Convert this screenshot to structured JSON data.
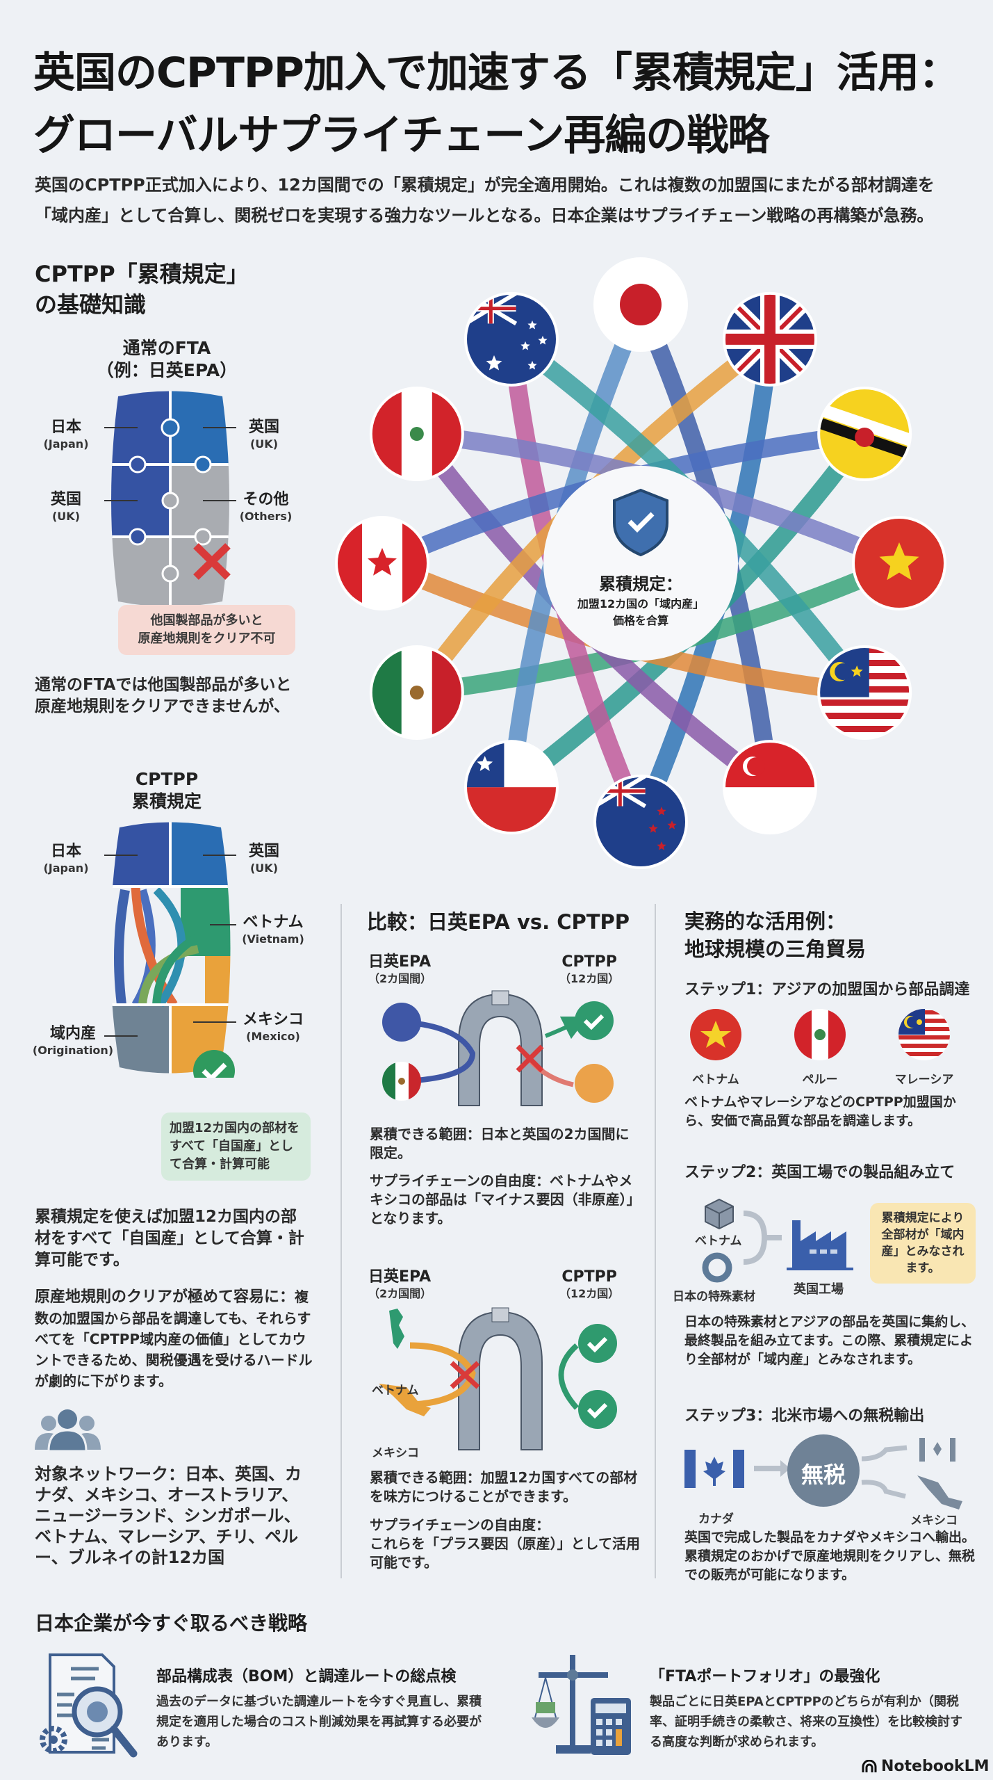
{
  "header": {
    "title_line1": "英国のCPTPP加入で加速する「累積規定」活用：",
    "title_line2": "グローバルサプライチェーン再編の戦略",
    "subtitle_line1": "英国のCPTPP正式加入により、12カ国間での「累積規定」が完全適用開始。これは複数の加盟国にまたがる部材調達を",
    "subtitle_line2": "「域内産」として合算し、関税ゼロを実現する強力なツールとなる。日本企業はサプライチェーン戦略の再構築が急務。"
  },
  "basics": {
    "heading_line1": "CPTPP「累積規定」",
    "heading_line2": "の基礎知識",
    "fta": {
      "title_line1": "通常のFTA",
      "title_line2": "（例：日英EPA）",
      "labels": [
        {
          "ja": "日本",
          "en": "(Japan)"
        },
        {
          "ja": "英国",
          "en": "(UK)"
        },
        {
          "ja": "英国",
          "en": "(UK)"
        },
        {
          "ja": "その他",
          "en": "(Others)"
        }
      ],
      "callout_line1": "他国製部品が多いと",
      "callout_line2": "原産地規則をクリア不可",
      "paragraph": "通常のFTAでは他国製部品が多いと原産地規則をクリアできませんが、"
    },
    "cptpp": {
      "title_line1": "CPTPP",
      "title_line2": "累積規定",
      "labels": [
        {
          "ja": "日本",
          "en": "(Japan)"
        },
        {
          "ja": "英国",
          "en": "(UK)"
        },
        {
          "ja": "ベトナム",
          "en": "(Vietnam)"
        },
        {
          "ja": "メキシコ",
          "en": "(Mexico)"
        },
        {
          "ja": "域内産",
          "en": "(Origination)"
        }
      ],
      "callout": "加盟12カ国内の部材をすべて「自国産」として合算・計算可能",
      "paragraph1": "累積規定を使えば加盟12カ国内の部材をすべて「自国産」として合算・計算可能です。",
      "paragraph2_head": "原産地規則のクリアが極めて容易に：",
      "paragraph2_body": "複数の加盟国から部品を調達しても、それらすべてを「CPTPP域内産の価値」としてカウントできるため、関税優遇を受けるハードルが劇的に下がります。",
      "network": "対象ネットワーク：日本、英国、カナダ、メキシコ、オーストラリア、ニュージーランド、シンガポール、ベトナム、マレーシア、チリ、ペルー、ブルネイの計12カ国"
    }
  },
  "wheel": {
    "center_title": "累積規定：",
    "center_line1": "加盟12カ国の「域内産」",
    "center_line2": "価格を合算",
    "ribbon_colors": [
      "#3f5fa8",
      "#2f74b5",
      "#2b9a8f",
      "#3aa57a",
      "#e08a3a",
      "#8a5aa8",
      "#c05a9a",
      "#5a8fc7",
      "#e6a040",
      "#4b6fbf",
      "#7a7fc4",
      "#39a0a0"
    ]
  },
  "compare": {
    "heading": "比較：日英EPA vs. CPTPP",
    "left_label": "日英EPA",
    "left_sub": "（2カ国間）",
    "right_label": "CPTPP",
    "right_sub": "（12カ国）",
    "text1": "累積できる範囲：日本と英国の2カ国間に限定。",
    "text2": "サプライチェーンの自由度：ベトナムやメキシコの部品は「マイナス要因（非原産）」となります。",
    "left_label2": "日英EPA",
    "left_sub2": "（2カ国間）",
    "right_label2": "CPTPP",
    "right_sub2": "（12カ国）",
    "country_vn": "ベトナム",
    "country_mx": "メキシコ",
    "text3": "累積できる範囲：加盟12カ国すべての部材を味方につけることができます。",
    "text4_head": "サプライチェーンの自由度：",
    "text4_body": "これらを「プラス要因（原産）」として活用可能です。"
  },
  "practice": {
    "heading_line1": "実務的な活用例：",
    "heading_line2": "地球規模の三角貿易",
    "step1": {
      "title": "ステップ1：アジアの加盟国から部品調達",
      "flags": [
        "ベトナム",
        "ペルー",
        "マレーシア"
      ],
      "text": "ベトナムやマレーシアなどのCPTPP加盟国から、安価で高品質な部品を調達します。"
    },
    "step2": {
      "title": "ステップ2：英国工場での製品組み立て",
      "source1": "ベトナム",
      "source2": "日本の特殊素材",
      "factory": "英国工場",
      "callout": "累積規定により全部材が「域内産」とみなされます。",
      "text": "日本の特殊素材とアジアの部品を英国に集約し、最終製品を組み立てます。この際、累積規定により全部材が「域内産」とみなされます。"
    },
    "step3": {
      "title": "ステップ3：北米市場への無税輸出",
      "origin": "カナダ",
      "badge": "無税",
      "dest": "メキシコ",
      "text": "英国で完成した製品をカナダやメキシコへ輸出。累積規定のおかげで原産地規則をクリアし、無税での販売が可能になります。"
    }
  },
  "strategy": {
    "heading": "日本企業が今すぐ取るべき戦略",
    "items": [
      {
        "title": "部品構成表（BOM）と調達ルートの総点検",
        "desc": "過去のデータに基づいた調達ルートを今すぐ見直し、累積規定を適用した場合のコスト削減効果を再試算する必要があります。"
      },
      {
        "title": "「FTAポートフォリオ」の最強化",
        "desc": "製品ごとに日英EPAとCPTPPのどちらが有利か（関税率、証明手続きの柔軟さ、将来の互換性）を比較検討する高度な判断が求められます。"
      }
    ]
  },
  "footer": {
    "brand": "NotebookLM"
  }
}
